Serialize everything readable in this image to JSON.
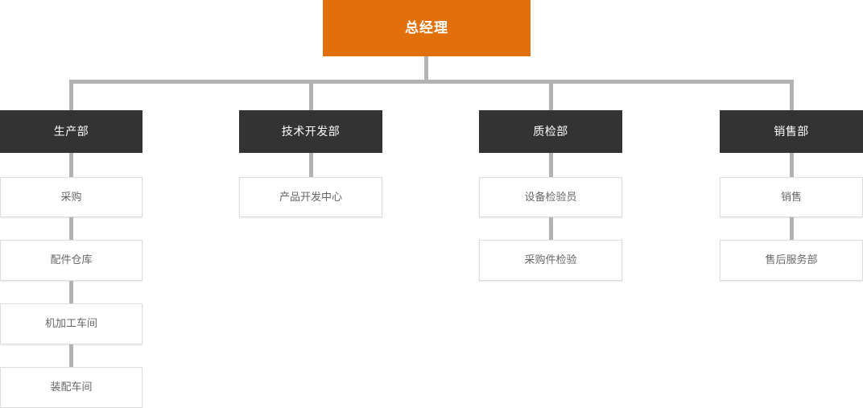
{
  "chart": {
    "type": "org-chart",
    "title": "",
    "root": {
      "label": "总经理",
      "level": 0,
      "color": "#e2700a",
      "text_color": "#ffffff"
    },
    "departments": [
      {
        "label": "生产部",
        "color": "#333333",
        "text_color": "#ffffff",
        "children": [
          {
            "label": "采购"
          },
          {
            "label": "配件仓库"
          },
          {
            "label": "机加工车间"
          },
          {
            "label": "装配车间"
          }
        ]
      },
      {
        "label": "技术开发部",
        "color": "#333333",
        "text_color": "#ffffff",
        "children": [
          {
            "label": "产品开发中心"
          }
        ]
      },
      {
        "label": "质检部",
        "color": "#333333",
        "text_color": "#ffffff",
        "children": [
          {
            "label": "设备检验员"
          },
          {
            "label": "采购件检验"
          }
        ]
      },
      {
        "label": "销售部",
        "color": "#333333",
        "text_color": "#ffffff",
        "children": [
          {
            "label": "销售"
          },
          {
            "label": "售后服务部"
          }
        ]
      }
    ],
    "colors": {
      "connector": "#b3b3b3",
      "sub_border": "#dddddd",
      "sub_text": "#666666",
      "background": "#ffffff"
    }
  }
}
